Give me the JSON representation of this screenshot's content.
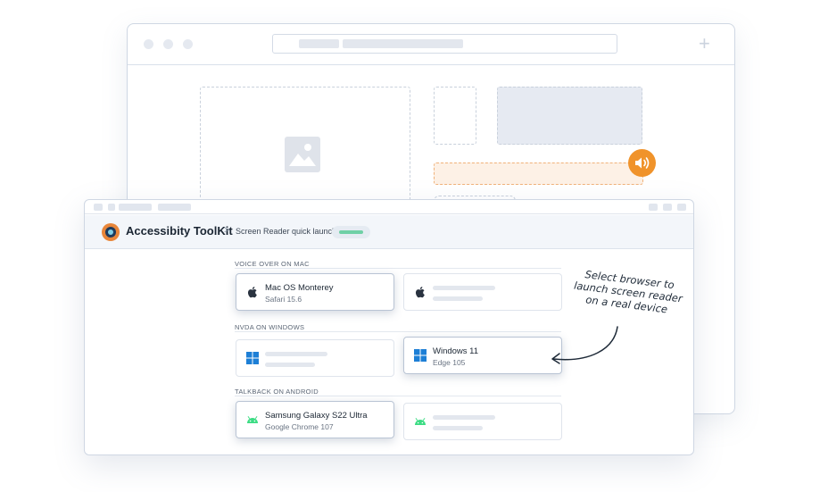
{
  "toolbar": {
    "new_tab_label": "+"
  },
  "app": {
    "title": "Accessibity ToolKit",
    "breadcrumb_separator": ">",
    "breadcrumb": "Screen Reader quick launch"
  },
  "sections": [
    {
      "title": "VOICE OVER ON MAC",
      "cards": [
        {
          "os": "apple",
          "icon": "apple-icon",
          "title": "Mac OS Monterey",
          "subtitle": "Safari 15.6",
          "selected": true
        },
        {
          "os": "apple",
          "icon": "apple-icon",
          "placeholder": true
        }
      ]
    },
    {
      "title": "NVDA ON WINDOWS",
      "cards": [
        {
          "os": "windows",
          "icon": "windows-icon",
          "placeholder": true
        },
        {
          "os": "windows",
          "icon": "windows-icon",
          "title": "Windows 11",
          "subtitle": "Edge 105",
          "selected": true
        }
      ]
    },
    {
      "title": "TALKBACK ON ANDROID",
      "cards": [
        {
          "os": "android",
          "icon": "android-icon",
          "title": "Samsung Galaxy S22 Ultra",
          "subtitle": "Google Chrome 107",
          "selected": true
        },
        {
          "os": "android",
          "icon": "android-icon",
          "placeholder": true
        }
      ]
    }
  ],
  "annotation": {
    "lines": [
      "Select browser to",
      "launch screen reader",
      "on a real device"
    ]
  },
  "colors": {
    "accent_orange": "#f0932b",
    "status_green": "#6fd0a6",
    "windows_blue": "#1d7fd6",
    "android_green": "#3ddc84",
    "text_dark": "#1b2633"
  }
}
